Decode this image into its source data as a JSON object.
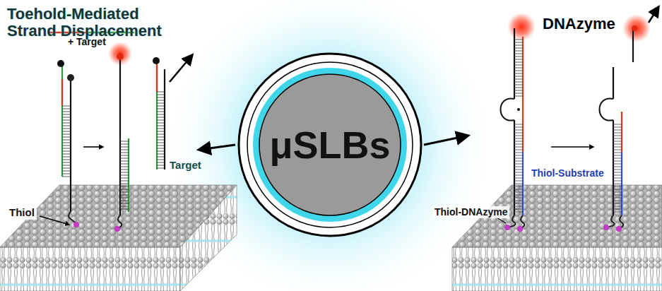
{
  "diagram": {
    "nodes": [
      {
        "text": [
          "μSLBs"
        ]
      }
    ],
    "labels": [
      "Toehold-Mediated Strand Displacement",
      "+ Target",
      "Thiol",
      "Target",
      "DNAzyme",
      "Thiol-Substrate",
      "Thiol-DNAzyme"
    ]
  }
}
